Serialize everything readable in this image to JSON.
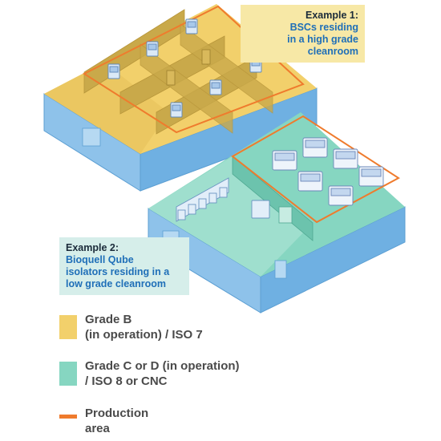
{
  "callouts": {
    "example1": {
      "heading": "Example 1:",
      "lines": [
        "BSCs residing",
        "in a high grade",
        "cleanroom"
      ]
    },
    "example2": {
      "heading": "Example 2:",
      "lines": [
        "Bioquell Qube",
        "isolators residing in a",
        "low grade cleanroom"
      ]
    }
  },
  "legend": [
    {
      "label": "Grade B\n(in operation) / ISO 7",
      "color": "#f2d06b"
    },
    {
      "label": "Grade C or D (in operation)\n/ ISO 8 or CNC",
      "color": "#86d6c1"
    },
    {
      "label": "Production\narea",
      "color": "#ef7b2d"
    }
  ],
  "colors": {
    "grade_b": "#f2d06b",
    "grade_c": "#86d6c1",
    "production": "#ef7b2d",
    "wall_blue": "#8ec2ea",
    "callout_yellow_bg": "#f7e8a6",
    "callout_teal_bg": "#d6eeea"
  }
}
